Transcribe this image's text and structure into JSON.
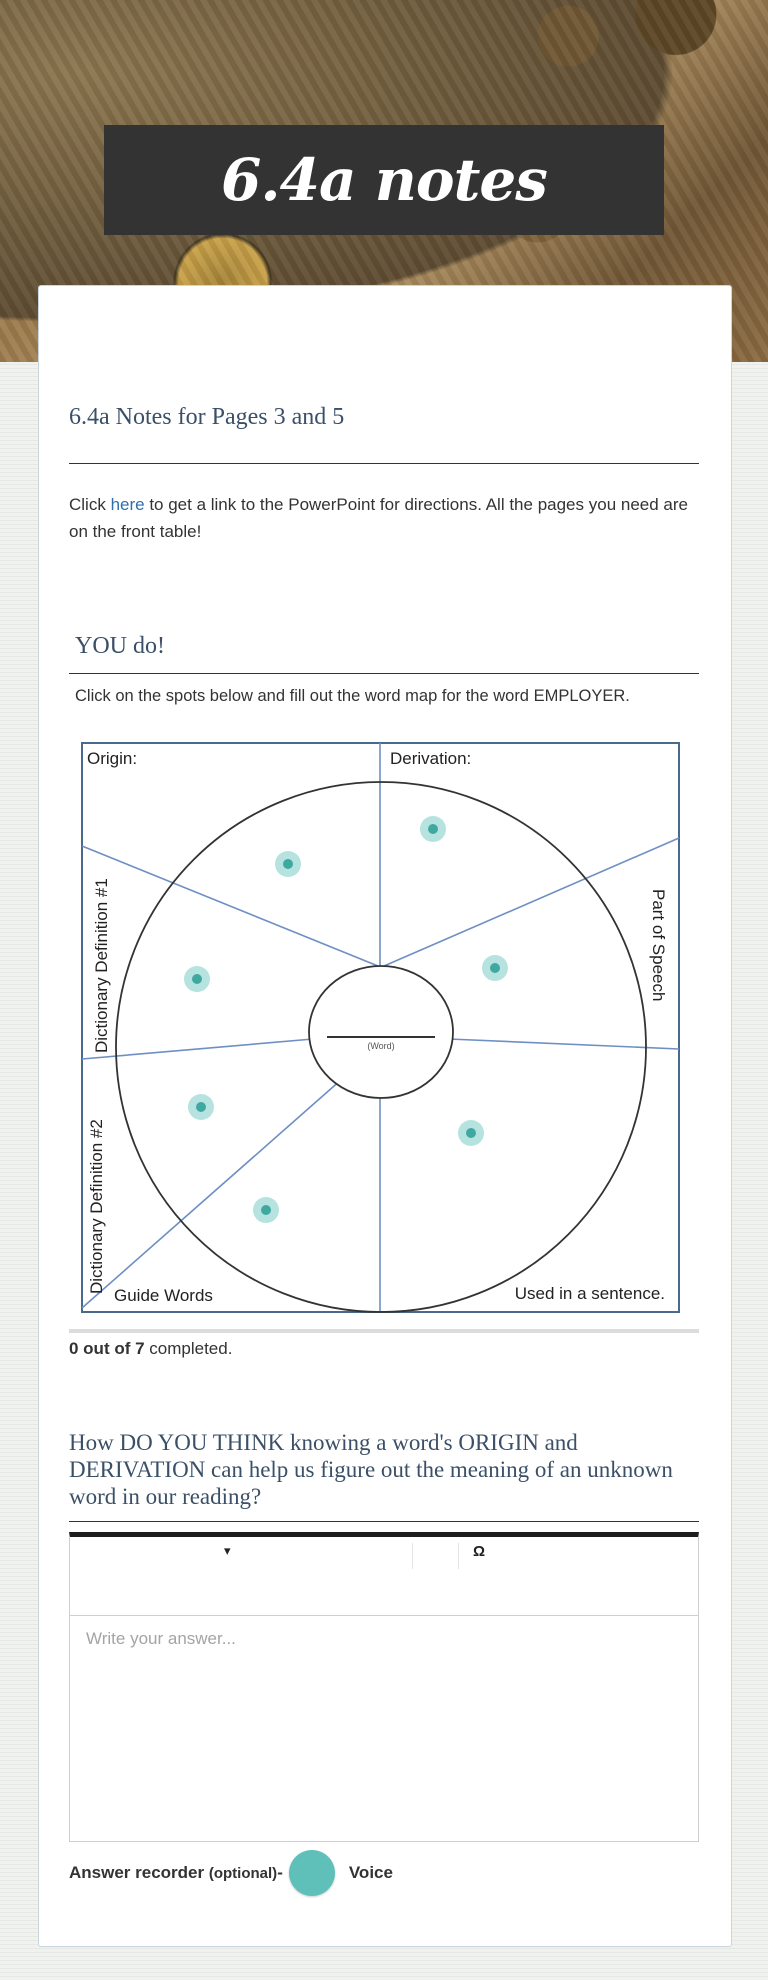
{
  "page": {
    "title": "6.4a notes"
  },
  "section1": {
    "heading": "6.4a Notes for Pages 3 and 5",
    "text_before": "Click ",
    "link": "here",
    "text_after": " to get a link to the PowerPoint for directions.  All the pages you need are on the front table!"
  },
  "section2": {
    "heading": "YOU do!",
    "instruction": "Click on the spots below and fill out the word map for the word EMPLOYER."
  },
  "wordmap": {
    "labels": {
      "origin": "Origin:",
      "derivation": "Derivation:",
      "part_of_speech": "Part of Speech",
      "def1": "Dictionary Definition #1",
      "def2": "Dictionary Definition #2",
      "guide_words": "Guide Words",
      "sentence": "Used in a sentence.",
      "word": "(Word)"
    },
    "hotspot_color": "#5ec0b9"
  },
  "progress": {
    "completed": 0,
    "total": 7,
    "bold": "0 out of 7",
    "suffix": " completed."
  },
  "question": {
    "heading": "How DO YOU THINK knowing a word's ORIGIN and DERIVATION can help us figure out the meaning of an unknown word in our reading?",
    "placeholder": "Write your answer...",
    "omega": "Ω",
    "dropdown": "▾"
  },
  "recorder": {
    "label": "Answer recorder",
    "optional": "(optional)",
    "dash": " -",
    "voice": "Voice"
  }
}
